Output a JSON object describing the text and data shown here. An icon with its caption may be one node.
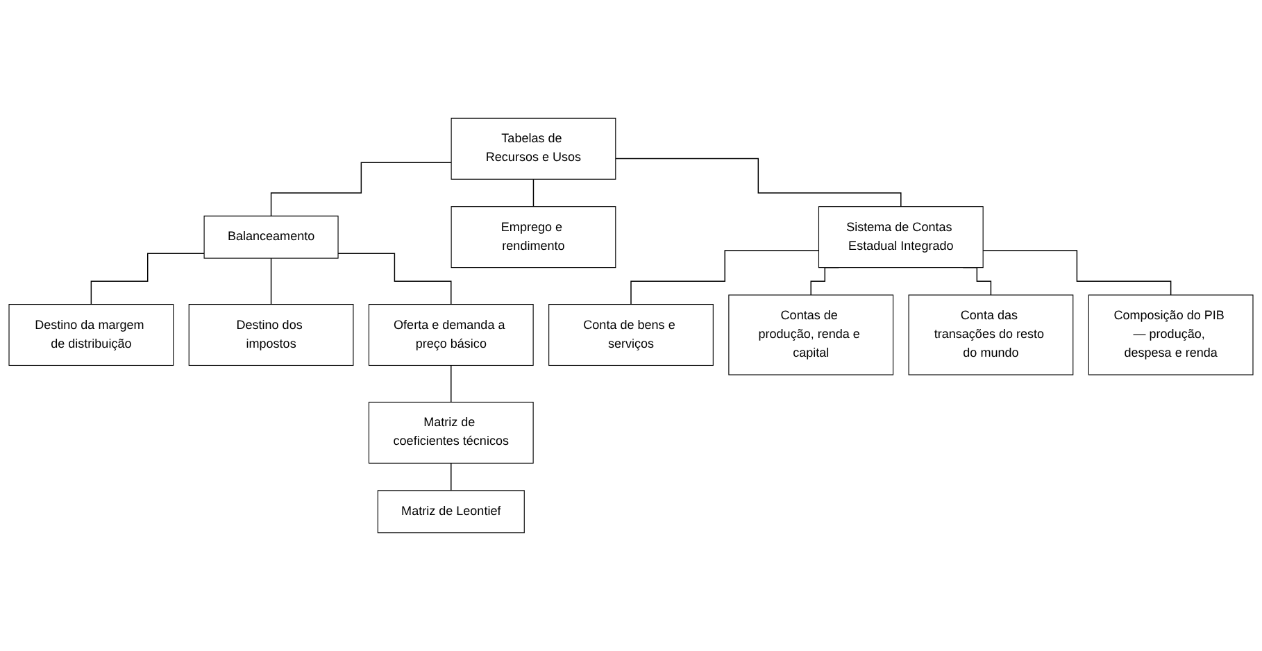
{
  "diagram": {
    "nodes": [
      {
        "text": [
          "Tabelas de Recursos e Usos"
        ]
      },
      {
        "text": [
          "Sistema de Contas Estadual Integrado"
        ]
      },
      {
        "text": [
          "Emprego e rendimento"
        ]
      },
      {
        "text": [
          "Balanceamento"
        ]
      },
      {
        "text": [
          "Destino da margem de distribuição"
        ]
      },
      {
        "text": [
          "Destino dos impostos"
        ]
      },
      {
        "text": [
          "Oferta e demanda a preço básico"
        ]
      },
      {
        "text": [
          "Matriz de coeficientes técnicos"
        ]
      },
      {
        "text": [
          "Matriz de Leontief"
        ]
      },
      {
        "text": [
          "Conta de bens e serviços"
        ]
      },
      {
        "text": [
          "Contas de produção, renda e capital"
        ]
      },
      {
        "text": [
          "Conta das transações do resto do mundo"
        ]
      },
      {
        "text": [
          "Composição do PIB — produção, despesa e renda"
        ]
      }
    ],
    "edges": [
      {
        "from": 0,
        "to": 1,
        "arrow": "none"
      },
      {
        "from": 0,
        "to": 2,
        "arrow": "none"
      },
      {
        "from": 0,
        "to": 3,
        "arrow": "none"
      },
      {
        "from": 3,
        "to": 4,
        "arrow": "none"
      },
      {
        "from": 3,
        "to": 5,
        "arrow": "none"
      },
      {
        "from": 3,
        "to": 6,
        "arrow": "none"
      },
      {
        "from": 6,
        "to": 7,
        "arrow": "none"
      },
      {
        "from": 7,
        "to": 8,
        "arrow": "none"
      },
      {
        "from": 1,
        "to": 9,
        "arrow": "none"
      },
      {
        "from": 1,
        "to": 10,
        "arrow": "none"
      },
      {
        "from": 1,
        "to": 11,
        "arrow": "none"
      },
      {
        "from": 1,
        "to": 12,
        "arrow": "none"
      }
    ]
  }
}
